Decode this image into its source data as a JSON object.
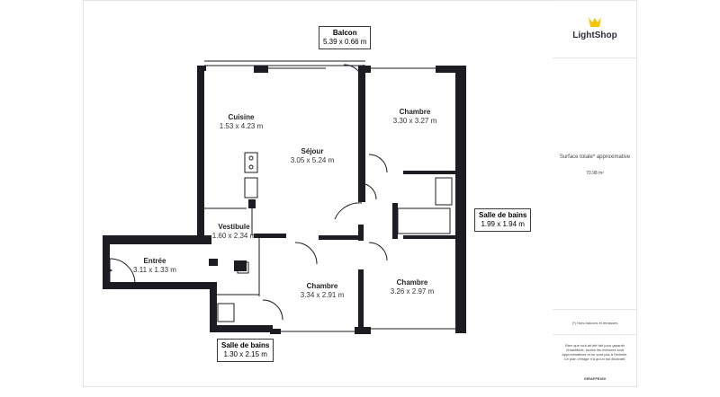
{
  "rooms": {
    "balcon": {
      "name": "Balcon",
      "dim": "5.39 x 0.66 m"
    },
    "cuisine": {
      "name": "Cuisine",
      "dim": "1.53 x 4.23 m"
    },
    "sejour": {
      "name": "Séjour",
      "dim": "3.05 x 5.24 m"
    },
    "chambre1": {
      "name": "Chambre",
      "dim": "3.30 x 3.27 m"
    },
    "vestibule": {
      "name": "Vestibule",
      "dim": "1.60 x 2.34 m"
    },
    "entree": {
      "name": "Entrée",
      "dim": "3.11 x 1.33 m"
    },
    "sdb1": {
      "name": "Salle de bains",
      "dim": "1.99 x 1.94 m"
    },
    "chambre2": {
      "name": "Chambre",
      "dim": "3.34 x 2.91 m"
    },
    "chambre3": {
      "name": "Chambre",
      "dim": "3.26 x 2.97 m"
    },
    "sdb2": {
      "name": "Salle de bains",
      "dim": "1.30 x 2.15 m"
    }
  },
  "sidebar": {
    "brand": "LightShop",
    "surface_title": "Surface totale* approximative",
    "surface_value": "70.98 m²",
    "footnote": "(*) Hors balcons et terrasses",
    "disclaimer": "Bien que tout ait été fait pour garantir l'exactitude, toutes les mesures sont approximatives et ne sont pas à l'échelle. Ce plan d'étage n'a qu'un but illustratif.",
    "credit": "GIRAFFE360"
  },
  "colors": {
    "wall": "#1c1c22",
    "accent": "#f5c400",
    "text": "#222222"
  }
}
